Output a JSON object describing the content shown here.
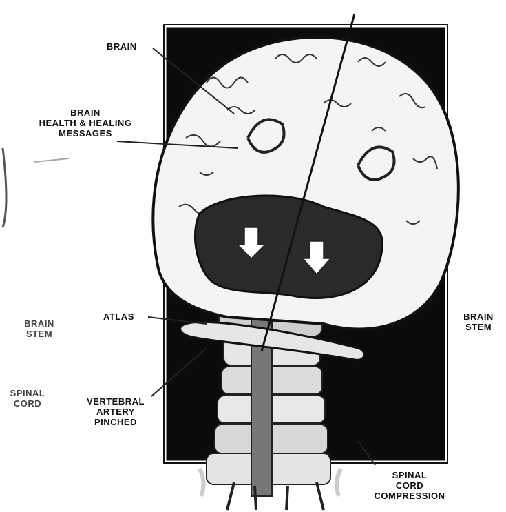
{
  "labels": {
    "brain": "BRAIN",
    "messages": [
      "BRAIN",
      "HEALTH & HEALING",
      "MESSAGES"
    ],
    "atlas": "ATLAS",
    "brain_stem_left": [
      "BRAIN",
      "STEM"
    ],
    "brain_stem_right": [
      "BRAIN",
      "STEM"
    ],
    "spinal_cord": [
      "SPINAL",
      "CORD"
    ],
    "vertebral_artery": [
      "VERTEBRAL",
      "ARTERY",
      "PINCHED"
    ],
    "spinal_cord_compression": [
      "SPINAL",
      "CORD",
      "COMPRESSION"
    ]
  },
  "colors": {
    "background": "#ffffff",
    "panel": "#0b0b0b",
    "brain_fill": "#f4f4f2",
    "ventricle": "#2a2a2a",
    "ink": "#111111"
  }
}
